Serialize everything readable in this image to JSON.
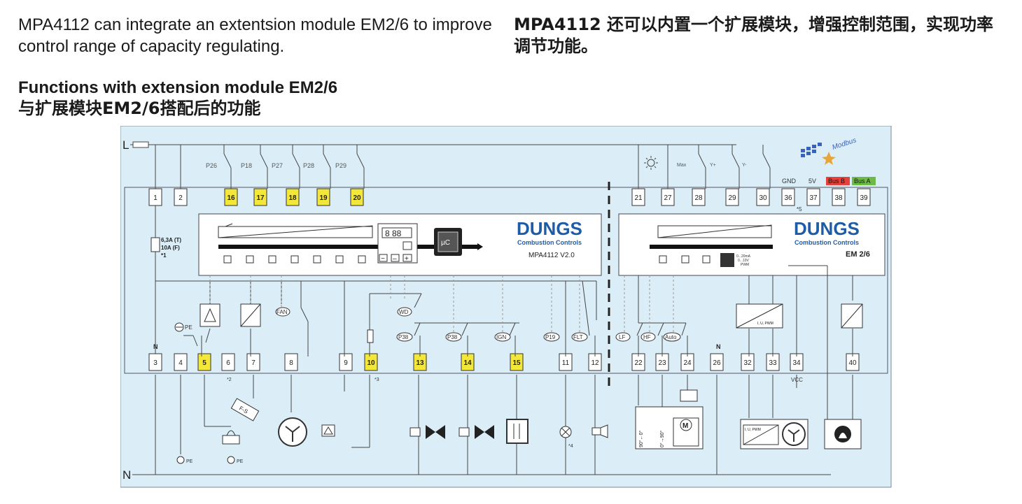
{
  "header": {
    "description_en": "MPA4112 can integrate an extentsion module EM2/6 to improve control range of capacity regulating.",
    "description_cn": "MPA4112 还可以内置一个扩展模块，增强控制范围，实现功率调节功能。",
    "section_title_en": "Functions with extension module EM2/6",
    "section_title_cn": "与扩展模块EM2/6搭配后的功能"
  },
  "diagram": {
    "line_label_top": "L",
    "line_label_bottom": "N",
    "main_unit": {
      "brand": "DUNGS",
      "brand_sub": "Combustion Controls",
      "model": "MPA4112 V2.0",
      "display": "8 88",
      "chip": "µC",
      "key_minus": "−",
      "key_dash": "–",
      "key_plus": "+",
      "fuse_1": "6,3A (T)",
      "fuse_2": "10A  (F)",
      "fuse_note": "*1"
    },
    "ext_unit": {
      "brand": "DUNGS",
      "brand_sub": "Combustion Controls",
      "model": "EM 2/6",
      "analog_1": "0...20mA",
      "analog_2": "0...10V",
      "analog_3": "PWM"
    },
    "modbus_label": "Modbus",
    "bus_labels": [
      "GND",
      "5V",
      "Bus B",
      "Bus A"
    ],
    "colors": {
      "bus_b": "#e2423b",
      "bus_a": "#6dbb46",
      "highlight": "#f3e83a",
      "background": "#dbeef8"
    },
    "top_terminals": [
      "1",
      "2",
      "16",
      "17",
      "18",
      "19",
      "20",
      "21",
      "27",
      "28",
      "29",
      "30",
      "36",
      "37",
      "38",
      "39"
    ],
    "top_highlighted": [
      "16",
      "17",
      "18",
      "19",
      "20"
    ],
    "top_note_36": "*5",
    "top_switch_labels": [
      "P26",
      "P18",
      "P27",
      "P28",
      "P29"
    ],
    "ext_top_labels": [
      "Max",
      "Y+",
      "Y-"
    ],
    "bottom_terminals": [
      "3",
      "4",
      "5",
      "6",
      "7",
      "8",
      "9",
      "10",
      "13",
      "14",
      "15",
      "11",
      "12",
      "22",
      "23",
      "24",
      "26",
      "32",
      "33",
      "34",
      "40"
    ],
    "bottom_highlighted": [
      "5",
      "10",
      "13",
      "14",
      "15"
    ],
    "bottom_switch_labels": [
      "FAN",
      "WD",
      "P38",
      "P38",
      "IGN",
      "P19",
      "FLT",
      "LF",
      "HF",
      "Auto"
    ],
    "terminal_notes": {
      "N_left": "N",
      "N_right": "N",
      "pe": "PE",
      "note_6": "*2",
      "note_10": "*3",
      "note_lamp": "*4",
      "vcc": "VCC"
    },
    "analog_block": "I, U, PWM",
    "fs_label": "F-S",
    "pe_label": "PE",
    "servo_range_1": "90°←0°",
    "servo_range_2": "0°→90°",
    "servo_motor": "M"
  }
}
